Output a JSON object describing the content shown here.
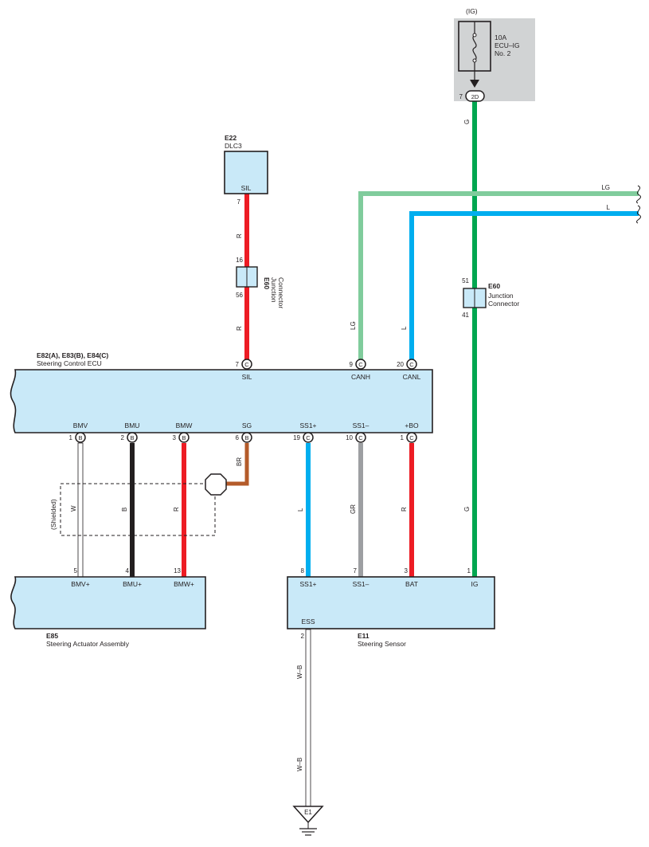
{
  "power": {
    "supply": "(IG)",
    "fuse_amp": "10A",
    "fuse_name_1": "ECU–IG",
    "fuse_name_2": "No. 2",
    "connector_pin": "7",
    "connector_code": "2D"
  },
  "dlc": {
    "code": "E22",
    "name": "DLC3",
    "terminal": "SIL",
    "pin": "7"
  },
  "junction_left": {
    "code": "E60",
    "name_1": "Junction",
    "name_2": "Connector",
    "pin_top": "16",
    "pin_bottom": "56"
  },
  "junction_right": {
    "code": "E60",
    "name_1": "Junction",
    "name_2": "Connector",
    "pin_top": "51",
    "pin_bottom": "41"
  },
  "can_lines": {
    "lg_label": "LG",
    "l_label": "L"
  },
  "ecu": {
    "code": "E82(A), E83(B), E84(C)",
    "name": "Steering Control ECU",
    "top_terminals": [
      {
        "pin": "7",
        "conn": "C",
        "name": "SIL"
      },
      {
        "pin": "9",
        "conn": "C",
        "name": "CANH"
      },
      {
        "pin": "20",
        "conn": "C",
        "name": "CANL"
      }
    ],
    "bottom_terminals": [
      {
        "pin": "1",
        "conn": "B",
        "name": "BMV"
      },
      {
        "pin": "2",
        "conn": "B",
        "name": "BMU"
      },
      {
        "pin": "3",
        "conn": "B",
        "name": "BMW"
      },
      {
        "pin": "6",
        "conn": "B",
        "name": "SG"
      },
      {
        "pin": "19",
        "conn": "C",
        "name": "SS1+"
      },
      {
        "pin": "10",
        "conn": "C",
        "name": "SS1–"
      },
      {
        "pin": "1",
        "conn": "C",
        "name": "+BO"
      }
    ]
  },
  "wire_colors": {
    "sil_upper": "R",
    "sil_lower": "R",
    "canh": "LG",
    "canl": "L",
    "ig_upper": "G",
    "ig_lower": "G",
    "bmv": "W",
    "bmu": "B",
    "bmw": "R",
    "sg": "BR",
    "ss1p": "L",
    "ss1m": "GR",
    "bat": "R",
    "ess_upper": "W–B",
    "ess_lower": "W–B"
  },
  "shield_label": "(Shielded)",
  "actuator": {
    "code": "E85",
    "name": "Steering Actuator Assembly",
    "terminals": [
      {
        "pin": "5",
        "name": "BMV+"
      },
      {
        "pin": "4",
        "name": "BMU+"
      },
      {
        "pin": "13",
        "name": "BMW+"
      }
    ]
  },
  "sensor": {
    "code": "E11",
    "name": "Steering Sensor",
    "terminals": [
      {
        "pin": "8",
        "name": "SS1+"
      },
      {
        "pin": "7",
        "name": "SS1–"
      },
      {
        "pin": "3",
        "name": "BAT"
      },
      {
        "pin": "1",
        "name": "IG"
      }
    ],
    "ess_name": "ESS",
    "ess_pin": "2"
  },
  "ground": {
    "code": "E1"
  },
  "colors": {
    "component_fill": "#c9e9f8",
    "red": "#ed1c24",
    "green": "#00a650",
    "light_green": "#80cc9c",
    "blue": "#00aeef",
    "gray": "#9d9fa2",
    "brown": "#b45b2a",
    "black": "#231f20",
    "fuse_box": "#d1d3d4"
  }
}
